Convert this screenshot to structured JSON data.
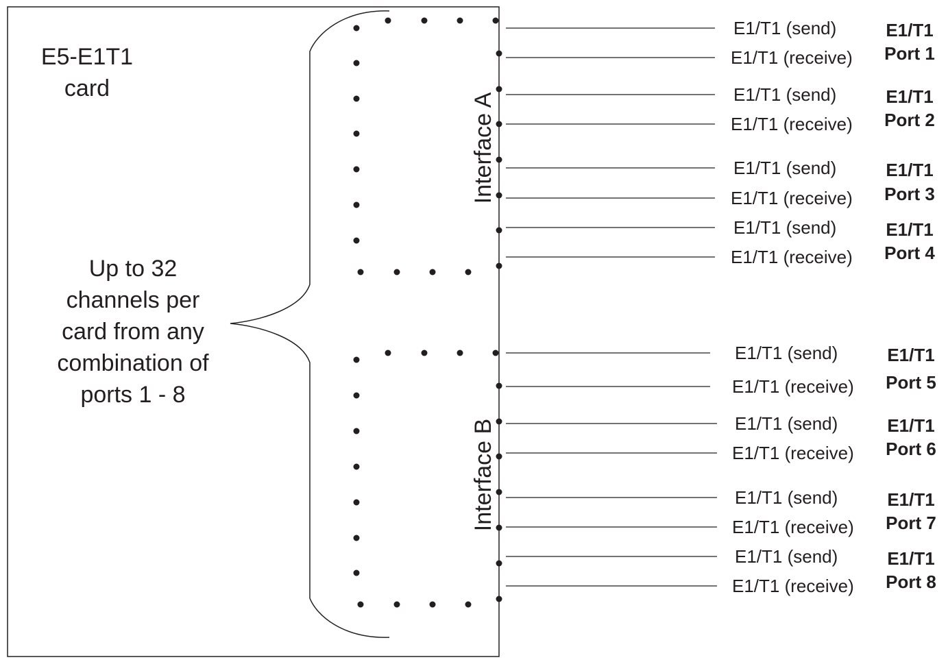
{
  "card": {
    "title_line1": "E5-E1T1",
    "title_line2": "card"
  },
  "note": {
    "lines": [
      "Up to 32",
      "channels per",
      "card from any",
      "combination of",
      "ports 1 - 8"
    ]
  },
  "interfaces": [
    {
      "label": "Interface A"
    },
    {
      "label": "Interface B"
    }
  ],
  "ports": [
    {
      "send": "E1/T1 (send)",
      "receive": "E1/T1 (receive)",
      "name_line1": "E1/T1",
      "name_line2": "Port 1"
    },
    {
      "send": "E1/T1 (send)",
      "receive": "E1/T1 (receive)",
      "name_line1": "E1/T1",
      "name_line2": "Port 2"
    },
    {
      "send": "E1/T1 (send)",
      "receive": "E1/T1 (receive)",
      "name_line1": "E1/T1",
      "name_line2": "Port 3"
    },
    {
      "send": "E1/T1 (send)",
      "receive": "E1/T1 (receive)",
      "name_line1": "E1/T1",
      "name_line2": "Port 4"
    },
    {
      "send": "E1/T1 (send)",
      "receive": "E1/T1 (receive)",
      "name_line1": "E1/T1",
      "name_line2": "Port 5"
    },
    {
      "send": "E1/T1 (send)",
      "receive": "E1/T1 (receive)",
      "name_line1": "E1/T1",
      "name_line2": "Port 6"
    },
    {
      "send": "E1/T1 (send)",
      "receive": "E1/T1 (receive)",
      "name_line1": "E1/T1",
      "name_line2": "Port 7"
    },
    {
      "send": "E1/T1 (send)",
      "receive": "E1/T1 (receive)",
      "name_line1": "E1/T1",
      "name_line2": "Port 8"
    }
  ],
  "colors": {
    "ink": "#231f20",
    "background": "#ffffff"
  }
}
